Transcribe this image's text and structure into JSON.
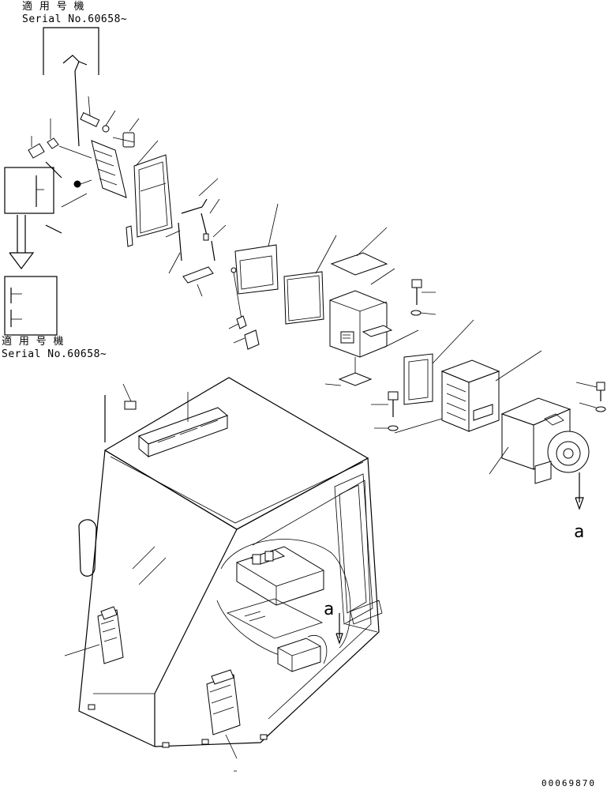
{
  "applicability_top": {
    "line1": "適 用 号 機",
    "line2": "Serial No.60658~"
  },
  "applicability_mid": {
    "line1": "適 用 号 機",
    "line2": "Serial No.60658~"
  },
  "arrow_label": "a",
  "inner_arrow_label": "a",
  "figure_number": "00069870"
}
